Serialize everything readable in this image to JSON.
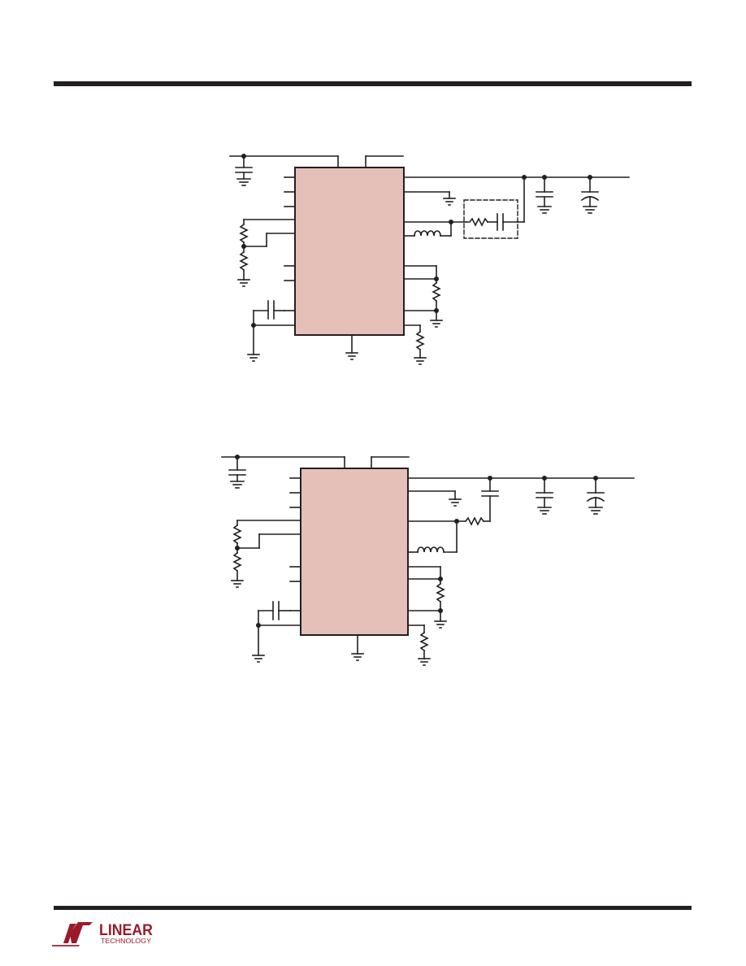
{
  "page": {
    "header_rule": "solid dark horizontal rule",
    "footer_rule": "solid dark horizontal rule"
  },
  "colors": {
    "ic_fill": "#e4c0b9",
    "wire": "#231f20",
    "brand": "#9a1a2a"
  },
  "diagrams": [
    {
      "id": "schematic-1",
      "has_dashed_rc_snubber": true
    },
    {
      "id": "schematic-2",
      "has_dashed_rc_snubber": false
    }
  ],
  "footer": {
    "logo": {
      "icon": "lt-logo-icon",
      "wordmark": "LINEAR",
      "subtext": "TECHNOLOGY"
    }
  }
}
